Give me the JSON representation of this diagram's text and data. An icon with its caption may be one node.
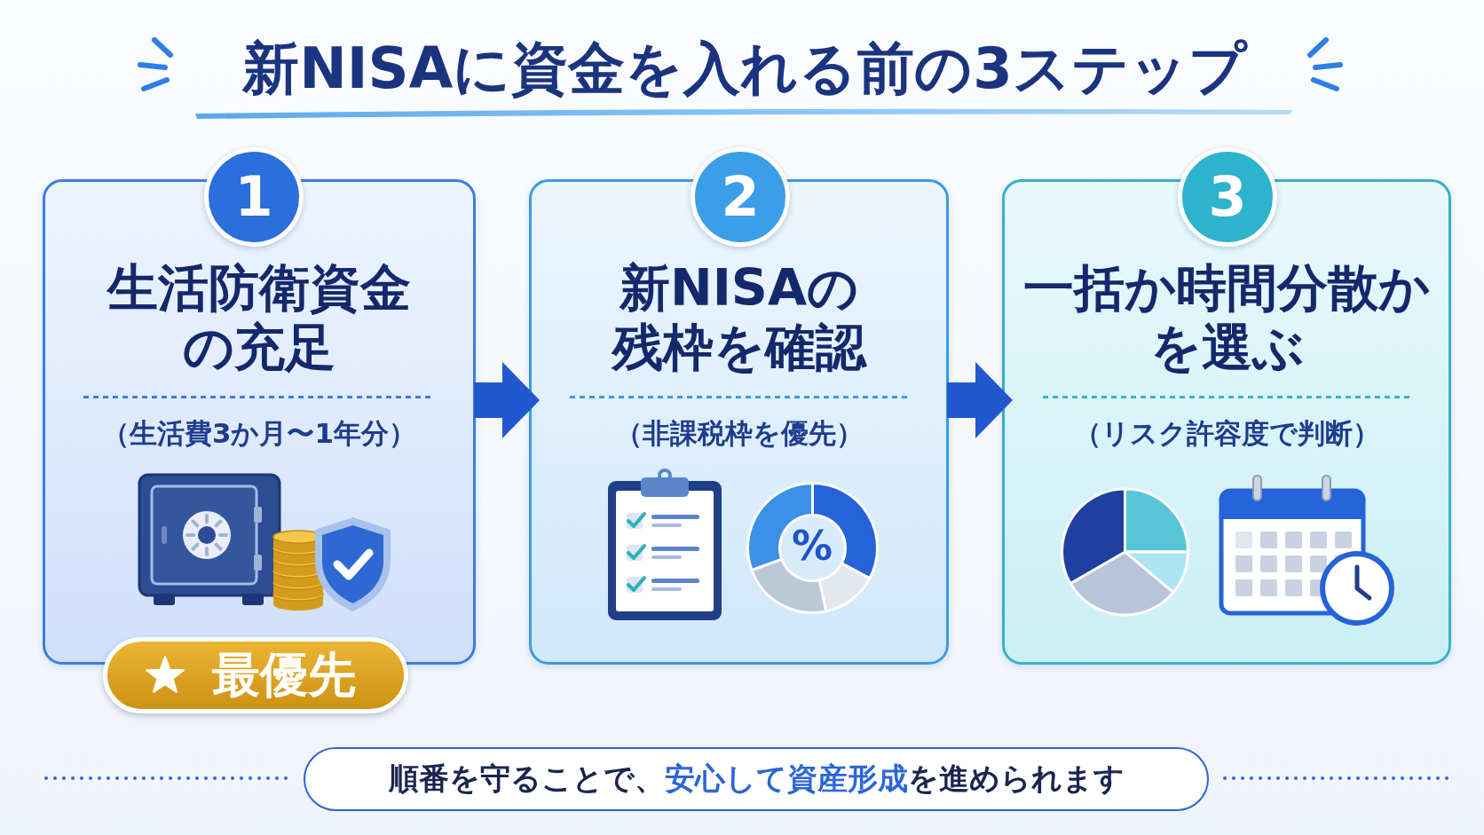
{
  "diagram": {
    "title": "新NISAに資金を入れる前の3ステップ",
    "nodes": [
      {
        "text": [
          "1"
        ]
      },
      {
        "text": [
          "生活防衛資金の充足",
          "（生活費3か月〜1年分）"
        ]
      },
      {
        "text": [
          "最優先"
        ]
      },
      {
        "text": [
          "2"
        ]
      },
      {
        "text": [
          "新NISAの残枠を確認",
          "（非課税枠を優先）"
        ]
      },
      {
        "text": [
          "3"
        ]
      },
      {
        "text": [
          "一括か時間分散かを選ぶ",
          "（リスク許容度で判断）"
        ]
      },
      {
        "text": [
          "順番を守ることで、**安心して資産形成**を進められます"
        ]
      }
    ],
    "edges": [
      {
        "from": 1,
        "to": 4,
        "arrow": "to"
      },
      {
        "from": 4,
        "to": 6,
        "arrow": "to"
      }
    ],
    "labels": [
      "%"
    ]
  }
}
